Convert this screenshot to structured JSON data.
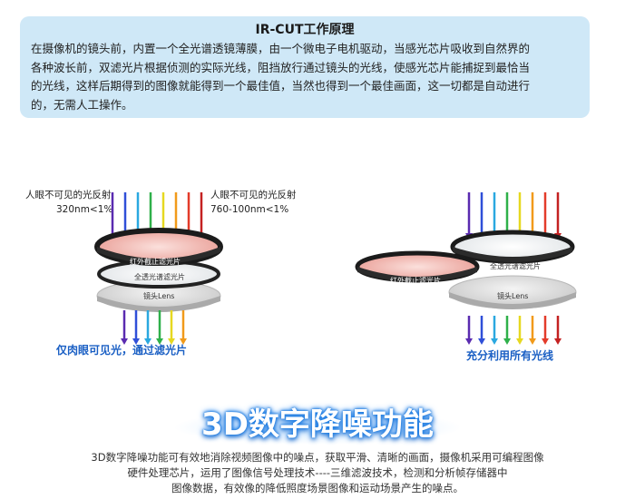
{
  "ircut": {
    "title": "IR-CUT工作原理",
    "lines": [
      "在摄像机的镜头前，内置一个全光谱透镜薄膜，由一个微电子电机驱动，当感光芯片吸收到自然界的",
      "各种波长前，双滤光片根据侦测的实际光线，阻挡放行通过镜头的光线，使感光芯片能捕捉到最恰当",
      "的光线，这样后期得到的图像就能得到一个最佳值，当然也得到一个最佳画面，这一切都是自动进行",
      "的，无需人工操作。"
    ]
  },
  "diagram_left": {
    "left_caption_1": "人眼不可见的光反射",
    "left_caption_2": "320nm<1%",
    "right_caption_1": "人眼不可见的光反射",
    "right_caption_2": "760-100nm<1%",
    "filter_ir_label": "红外截止滤光片",
    "filter_full_label": "全透光谱滤光片",
    "lens_label": "镜头Lens",
    "bottom_caption": "仅肉眼可见光，通过滤光片"
  },
  "diagram_right": {
    "filter_full_label": "全透光谱滤光片",
    "filter_ir_label": "红外截止滤光片",
    "lens_label": "镜头Lens",
    "bottom_caption": "充分利用所有光线"
  },
  "ray_colors": [
    "#5a2bb0",
    "#2f4fd8",
    "#2aa8e0",
    "#2fb04a",
    "#e6d820",
    "#f19a1a",
    "#e33b2a",
    "#c42121"
  ],
  "feature": {
    "title": "3D数字降噪功能",
    "lines": [
      "3D数字降噪功能可有效地消除视频图像中的噪点，获取平滑、清晰的画面，摄像机采用可编程图像",
      "硬件处理芯片，运用了图像信号处理技术----三维滤波技术，检测和分析帧存储器中",
      "图像数据，有效像的降低照度场景图像和运动场景产生的噪点。"
    ]
  }
}
